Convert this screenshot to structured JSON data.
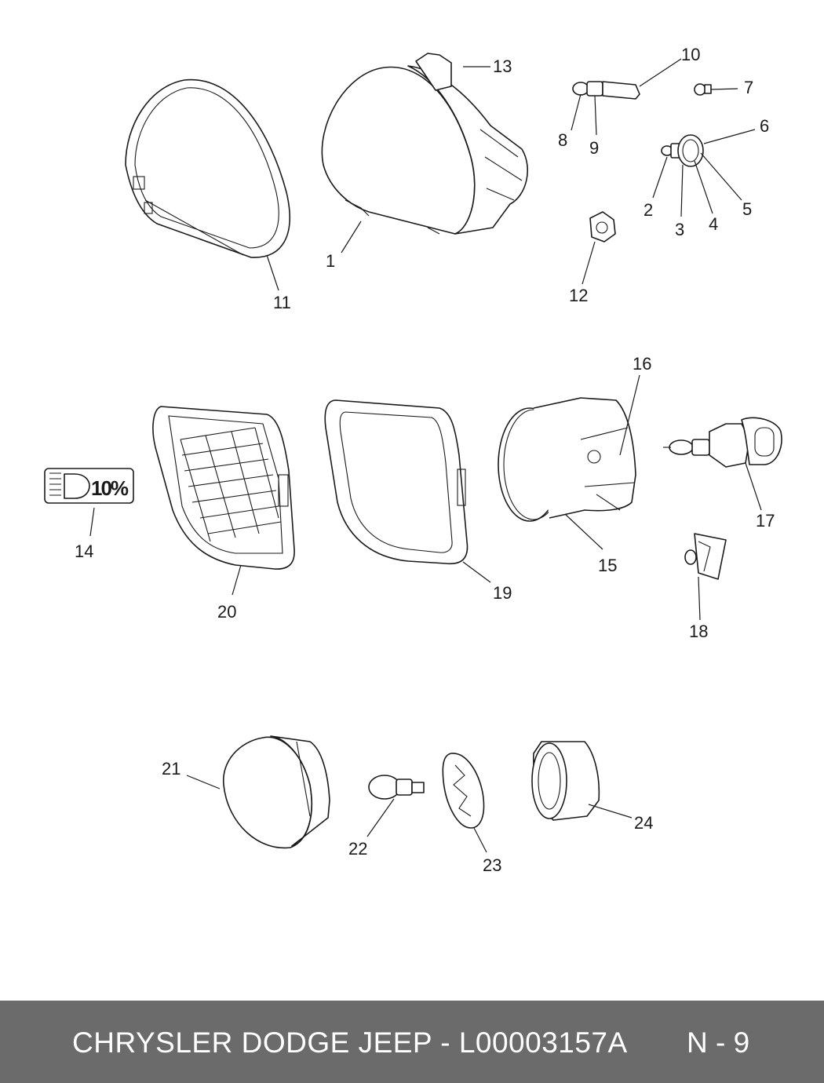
{
  "diagram": {
    "callouts": [
      "1",
      "2",
      "3",
      "4",
      "5",
      "6",
      "7",
      "8",
      "9",
      "10",
      "11",
      "12",
      "13",
      "14",
      "15",
      "16",
      "17",
      "18",
      "19",
      "20",
      "21",
      "22",
      "23",
      "24"
    ],
    "symbol_label": "10%"
  },
  "footer": {
    "title": "CHRYSLER DODGE JEEP - L00003157A",
    "page": "N - 9",
    "background": "#6b6b6b",
    "text_color": "#ffffff"
  }
}
